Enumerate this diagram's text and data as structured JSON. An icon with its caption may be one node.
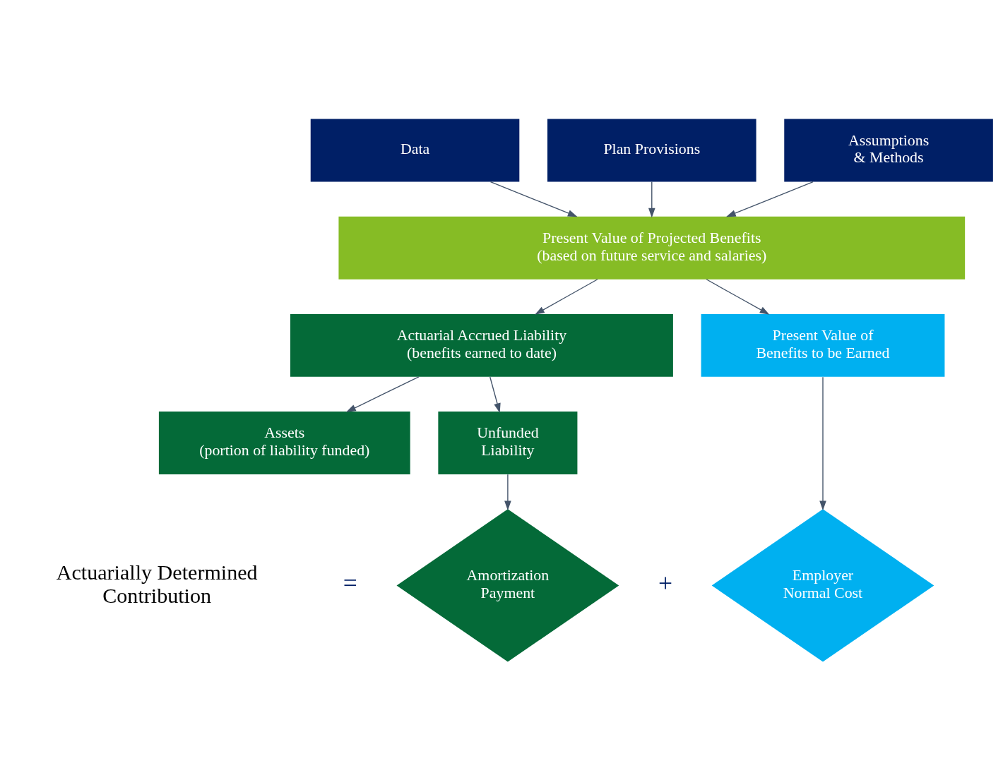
{
  "diagram": {
    "nodes": [
      {
        "text": [
          "Data"
        ]
      },
      {
        "text": [
          "Plan Provisions"
        ]
      },
      {
        "text": [
          "Assumptions & Methods"
        ]
      },
      {
        "text": [
          "Present Value of Projected Benefits (based on future service and salaries)"
        ]
      },
      {
        "text": [
          "Actuarial Accrued Liability (benefits earned to date)"
        ]
      },
      {
        "text": [
          "Present Value of Benefits to be Earned"
        ]
      },
      {
        "text": [
          "Assets (portion of liability funded)"
        ]
      },
      {
        "text": [
          "Unfunded Liability"
        ]
      },
      {
        "text": [
          "Amortization Payment"
        ]
      },
      {
        "text": [
          "Employer Normal Cost"
        ]
      }
    ],
    "edges": [
      {
        "from": 0,
        "to": 3,
        "arrow": "to"
      },
      {
        "from": 1,
        "to": 3,
        "arrow": "to"
      },
      {
        "from": 2,
        "to": 3,
        "arrow": "to"
      },
      {
        "from": 3,
        "to": 4,
        "arrow": "to"
      },
      {
        "from": 3,
        "to": 5,
        "arrow": "to"
      },
      {
        "from": 4,
        "to": 6,
        "arrow": "to"
      },
      {
        "from": 4,
        "to": 7,
        "arrow": "to"
      },
      {
        "from": 7,
        "to": 8,
        "arrow": "to"
      },
      {
        "from": 5,
        "to": 9,
        "arrow": "to"
      }
    ],
    "labels": [
      "Actuarially Determined Contribution",
      "=",
      "+"
    ]
  }
}
